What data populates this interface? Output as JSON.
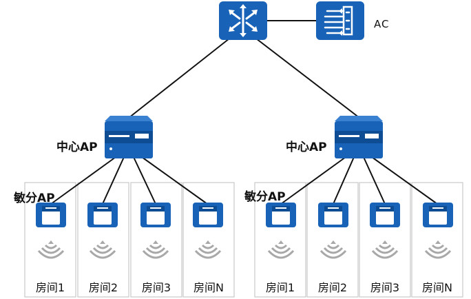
{
  "labels": {
    "ac": "AC",
    "center_ap": "中心AP",
    "sensitive_ap": "敏分AP"
  },
  "groups": [
    {
      "center_label": "中心AP",
      "edge_label": "敏分AP",
      "rooms": [
        "房间1",
        "房间2",
        "房间3",
        "房间N"
      ]
    },
    {
      "center_label": "中心AP",
      "edge_label": "敏分AP",
      "rooms": [
        "房间1",
        "房间2",
        "房间3",
        "房间N"
      ]
    }
  ],
  "icons": {
    "router": "router-icon",
    "controller": "access-controller-icon",
    "center_ap": "center-ap-icon",
    "edge_ap": "edge-ap-icon",
    "wifi": "wifi-signal-icon"
  },
  "colors": {
    "device_blue": "#1862b7",
    "device_dark": "#0e4c93",
    "link": "#111111",
    "room_border": "#c9c9c9",
    "signal_gray": "#a8a8a8"
  }
}
